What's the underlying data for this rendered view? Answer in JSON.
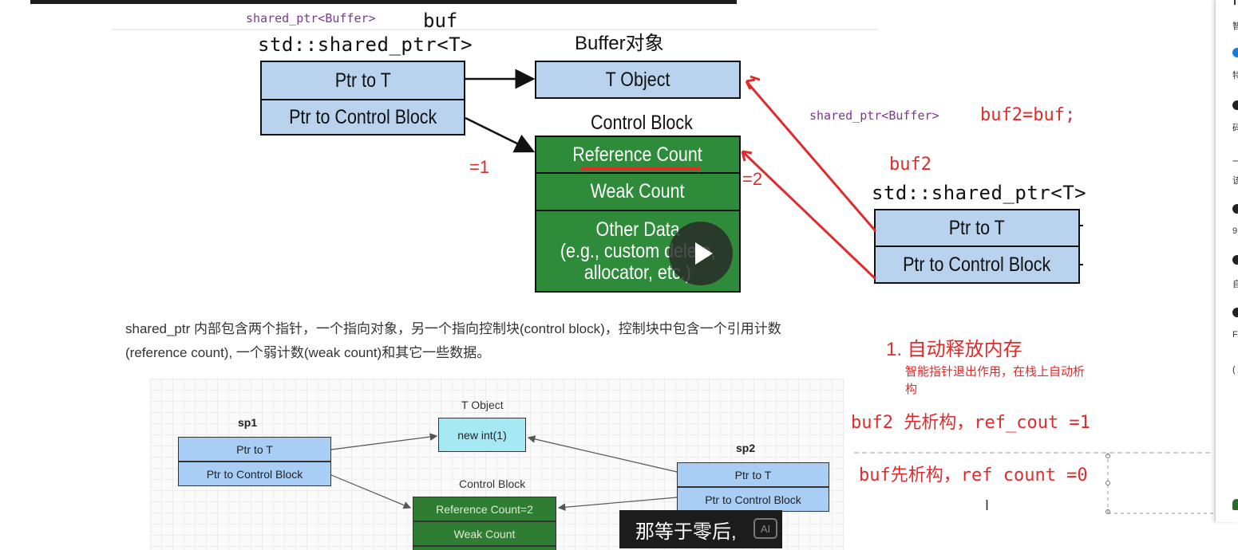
{
  "top_diagram": {
    "purple_type_left": "shared_ptr<Buffer>",
    "buf_label": "buf",
    "std_shared_ptr_left": "std::shared_ptr<T>",
    "left_ptr_to_t": "Ptr to T",
    "left_ptr_to_cb": "Ptr to Control Block",
    "buffer_object_title": "Buffer对象",
    "t_object": "T Object",
    "control_block_title": "Control Block",
    "reference_count": "Reference Count",
    "weak_count": "Weak Count",
    "other_data_1": "Other Data",
    "other_data_2": "(e.g., custom delete,",
    "other_data_3": "allocator, etc.)",
    "eq1": "=1",
    "eq2": "=2",
    "purple_type_right": "shared_ptr<Buffer>",
    "assign": "buf2=buf;",
    "buf2_label": "buf2",
    "std_shared_ptr_right": "std::shared_ptr<T>",
    "right_ptr_to_t": "Ptr to T",
    "right_ptr_to_cb": "Ptr to Control Block"
  },
  "paragraph": {
    "line1": "shared_ptr 内部包含两个指针，一个指向对象，另一个指向控制块(control block)，控制块中包含一个引用计数",
    "line2": "(reference count), 一个弱计数(weak count)和其它一些数据。"
  },
  "notes": {
    "heading": "1.  自动释放内存",
    "sub1": "智能指针退出作用，在栈上自动析",
    "sub2": "构",
    "line_a": "buf2 先析构，ref_cout =1",
    "line_b": "buf先析构，ref count =0"
  },
  "bottom_diagram": {
    "sp1": "sp1",
    "sp1_ptr_to_t": "Ptr to T",
    "sp1_ptr_to_cb": "Ptr to Control Block",
    "t_object": "T Object",
    "new_int": "new int(1)",
    "sp2": "sp2",
    "sp2_ptr_to_t": "Ptr to T",
    "sp2_ptr_to_cb": "Ptr to Control Block",
    "control_block": "Control Block",
    "ref_count": "Reference Count=2",
    "weak_count": "Weak Count"
  },
  "video": {
    "subtitle": "那等于零后,",
    "ai_badge": "AI"
  },
  "sidebar": {
    "glyphs": [
      "智",
      "特",
      "码",
      "一",
      "该",
      "9",
      "自",
      "F",
      "("
    ]
  },
  "colors": {
    "accent_red": "#e02b2b",
    "box_blue": "#b9d3ee",
    "box_green": "#2e8b3a",
    "annot_purple": "#7a3a8c"
  }
}
